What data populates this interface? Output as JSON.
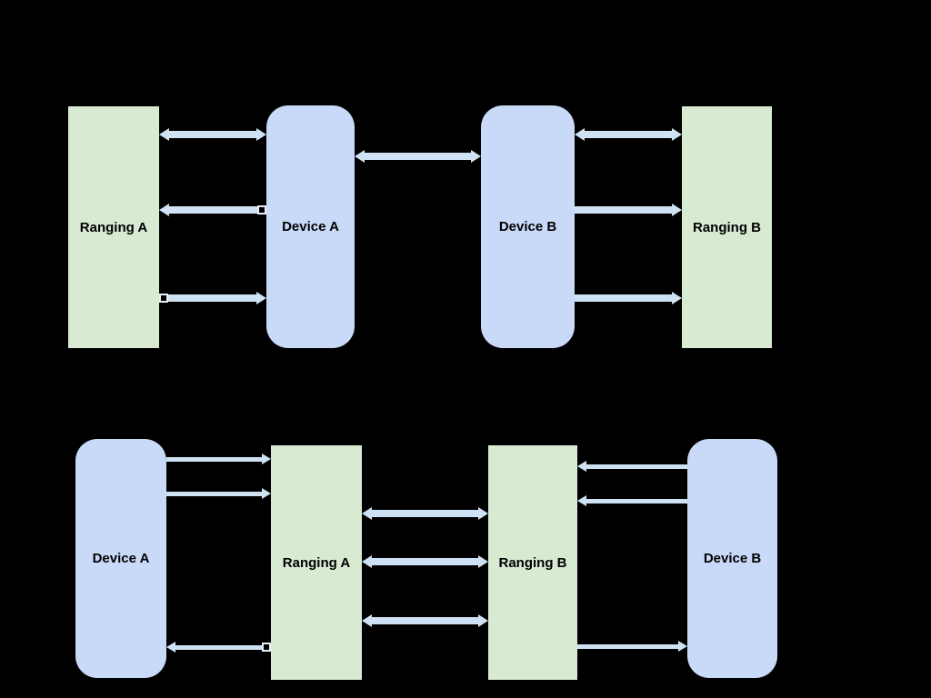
{
  "colors": {
    "background": "#000000",
    "ranging_box": "#d9ead3",
    "device_box": "#c9daf8",
    "arrow": "#cfe2f3",
    "arrow_tail_outline": "#e8eff9",
    "label_text": "#000000"
  },
  "diagram_top": {
    "boxes": [
      {
        "label": "Ranging A"
      },
      {
        "label": "Device A"
      },
      {
        "label": "Device B"
      },
      {
        "label": "Ranging B"
      }
    ],
    "arrows": [
      {
        "from": "Ranging A",
        "to": "Device A",
        "direction": "both"
      },
      {
        "from": "Device A",
        "to": "Device B",
        "direction": "both"
      },
      {
        "from": "Device B",
        "to": "Ranging B",
        "direction": "both"
      },
      {
        "from": "Device A",
        "to": "Ranging A",
        "direction": "left"
      },
      {
        "from": "Ranging A",
        "to": "Device A",
        "direction": "right"
      },
      {
        "from": "Device B",
        "to": "Ranging B",
        "direction": "right"
      },
      {
        "from": "Device B",
        "to": "Ranging B",
        "direction": "right"
      }
    ]
  },
  "diagram_bottom": {
    "boxes": [
      {
        "label": "Device A"
      },
      {
        "label": "Ranging A"
      },
      {
        "label": "Ranging B"
      },
      {
        "label": "Device B"
      }
    ],
    "arrows": [
      {
        "from": "Device A",
        "to": "Ranging A",
        "direction": "right"
      },
      {
        "from": "Device A",
        "to": "Ranging A",
        "direction": "right"
      },
      {
        "from": "Ranging A",
        "to": "Ranging B",
        "direction": "both"
      },
      {
        "from": "Ranging A",
        "to": "Ranging B",
        "direction": "both"
      },
      {
        "from": "Ranging A",
        "to": "Ranging B",
        "direction": "both"
      },
      {
        "from": "Ranging A",
        "to": "Device A",
        "direction": "left"
      },
      {
        "from": "Device B",
        "to": "Ranging B",
        "direction": "left"
      },
      {
        "from": "Device B",
        "to": "Ranging B",
        "direction": "left"
      },
      {
        "from": "Ranging B",
        "to": "Device B",
        "direction": "right"
      }
    ]
  }
}
